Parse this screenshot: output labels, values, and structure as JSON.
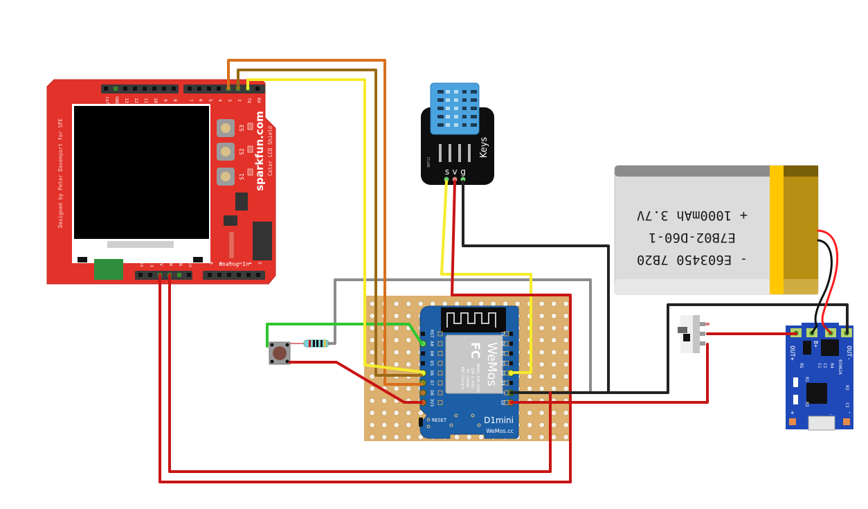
{
  "diagram": {
    "title": "Fritzing breadboard wiring diagram",
    "colors": {
      "wire_red": "#c81414",
      "wire_black": "#222222",
      "wire_yellow": "#f5ec2c",
      "wire_orange": "#d8701c",
      "wire_brown": "#9a6a18",
      "wire_green": "#2ec62e",
      "wire_gray": "#8c8c8c",
      "shield_red": "#e2322a",
      "wemos_blue": "#1d5fa6",
      "stripboard": "#dcb06e",
      "dht_blue": "#4aa3df",
      "charger_blue": "#1f49b8",
      "battery_silver": "#dcdcdc",
      "battery_tape": "#b78f12"
    },
    "lcd_shield": {
      "name": "SparkFun Color LCD Shield",
      "brand": "sparkfun.com",
      "subtitle": "Color LCD Shield",
      "designer": "Designed by Peter Davenport for SFE",
      "top_header_left": [
        "ref",
        "GND",
        "13",
        "12",
        "11",
        "10",
        "9",
        "8"
      ],
      "top_header_right": [
        "7",
        "6",
        "5",
        "4",
        "3",
        "2",
        "TX",
        "RX"
      ],
      "bottom_power": [
        "Res",
        "3.3",
        "5V",
        "GN",
        "GN",
        "Vin"
      ],
      "bottom_analog": [
        "0",
        "1",
        "2",
        "3",
        "4",
        "5"
      ],
      "analog_label": "Analog In",
      "buttons": [
        "S3",
        "S2",
        "S1"
      ]
    },
    "dht_sensor": {
      "label": "Keys",
      "pins": [
        "s",
        "v",
        "g"
      ],
      "chip_code": "DHT11"
    },
    "battery": {
      "line1": "+   1000mAh 3.7V",
      "line2": "E7B02-D60-1",
      "line3": "-   E603450 7B20",
      "plus": "+",
      "minus": "-",
      "capacity": "1000mAh 3.7V",
      "model": "E7B02-D60-1",
      "code": "E603450 7B20"
    },
    "wemos": {
      "name": "D1mini",
      "brand": "WeMos.cc",
      "logo": "WeMos",
      "module_model": "MODEL ESP-8266",
      "module_specs": [
        "ISM 2.4GHz",
        "PA +25dBm",
        "802.11b/g/n"
      ],
      "left_pins": [
        "RST",
        "A0",
        "D0",
        "D5",
        "D6",
        "D7",
        "D8",
        "3V3"
      ],
      "right_pins": [
        "TX",
        "RX",
        "D1",
        "D2",
        "D3",
        "D4",
        "G",
        "5V"
      ],
      "reset_label": "RESET",
      "fc_mark": "FC"
    },
    "charger": {
      "labels": [
        "OUT+",
        "B+",
        "B-",
        "OUT-"
      ],
      "components": [
        "R5",
        "C1",
        "C2",
        "R4",
        "R1",
        "R2",
        "R3",
        "C3"
      ],
      "chip_code": "03962A",
      "plus": "+",
      "minus": "-"
    },
    "switch": {
      "name": "slide switch"
    },
    "button": {
      "name": "push button"
    },
    "resistor": {
      "name": "resistor"
    }
  }
}
